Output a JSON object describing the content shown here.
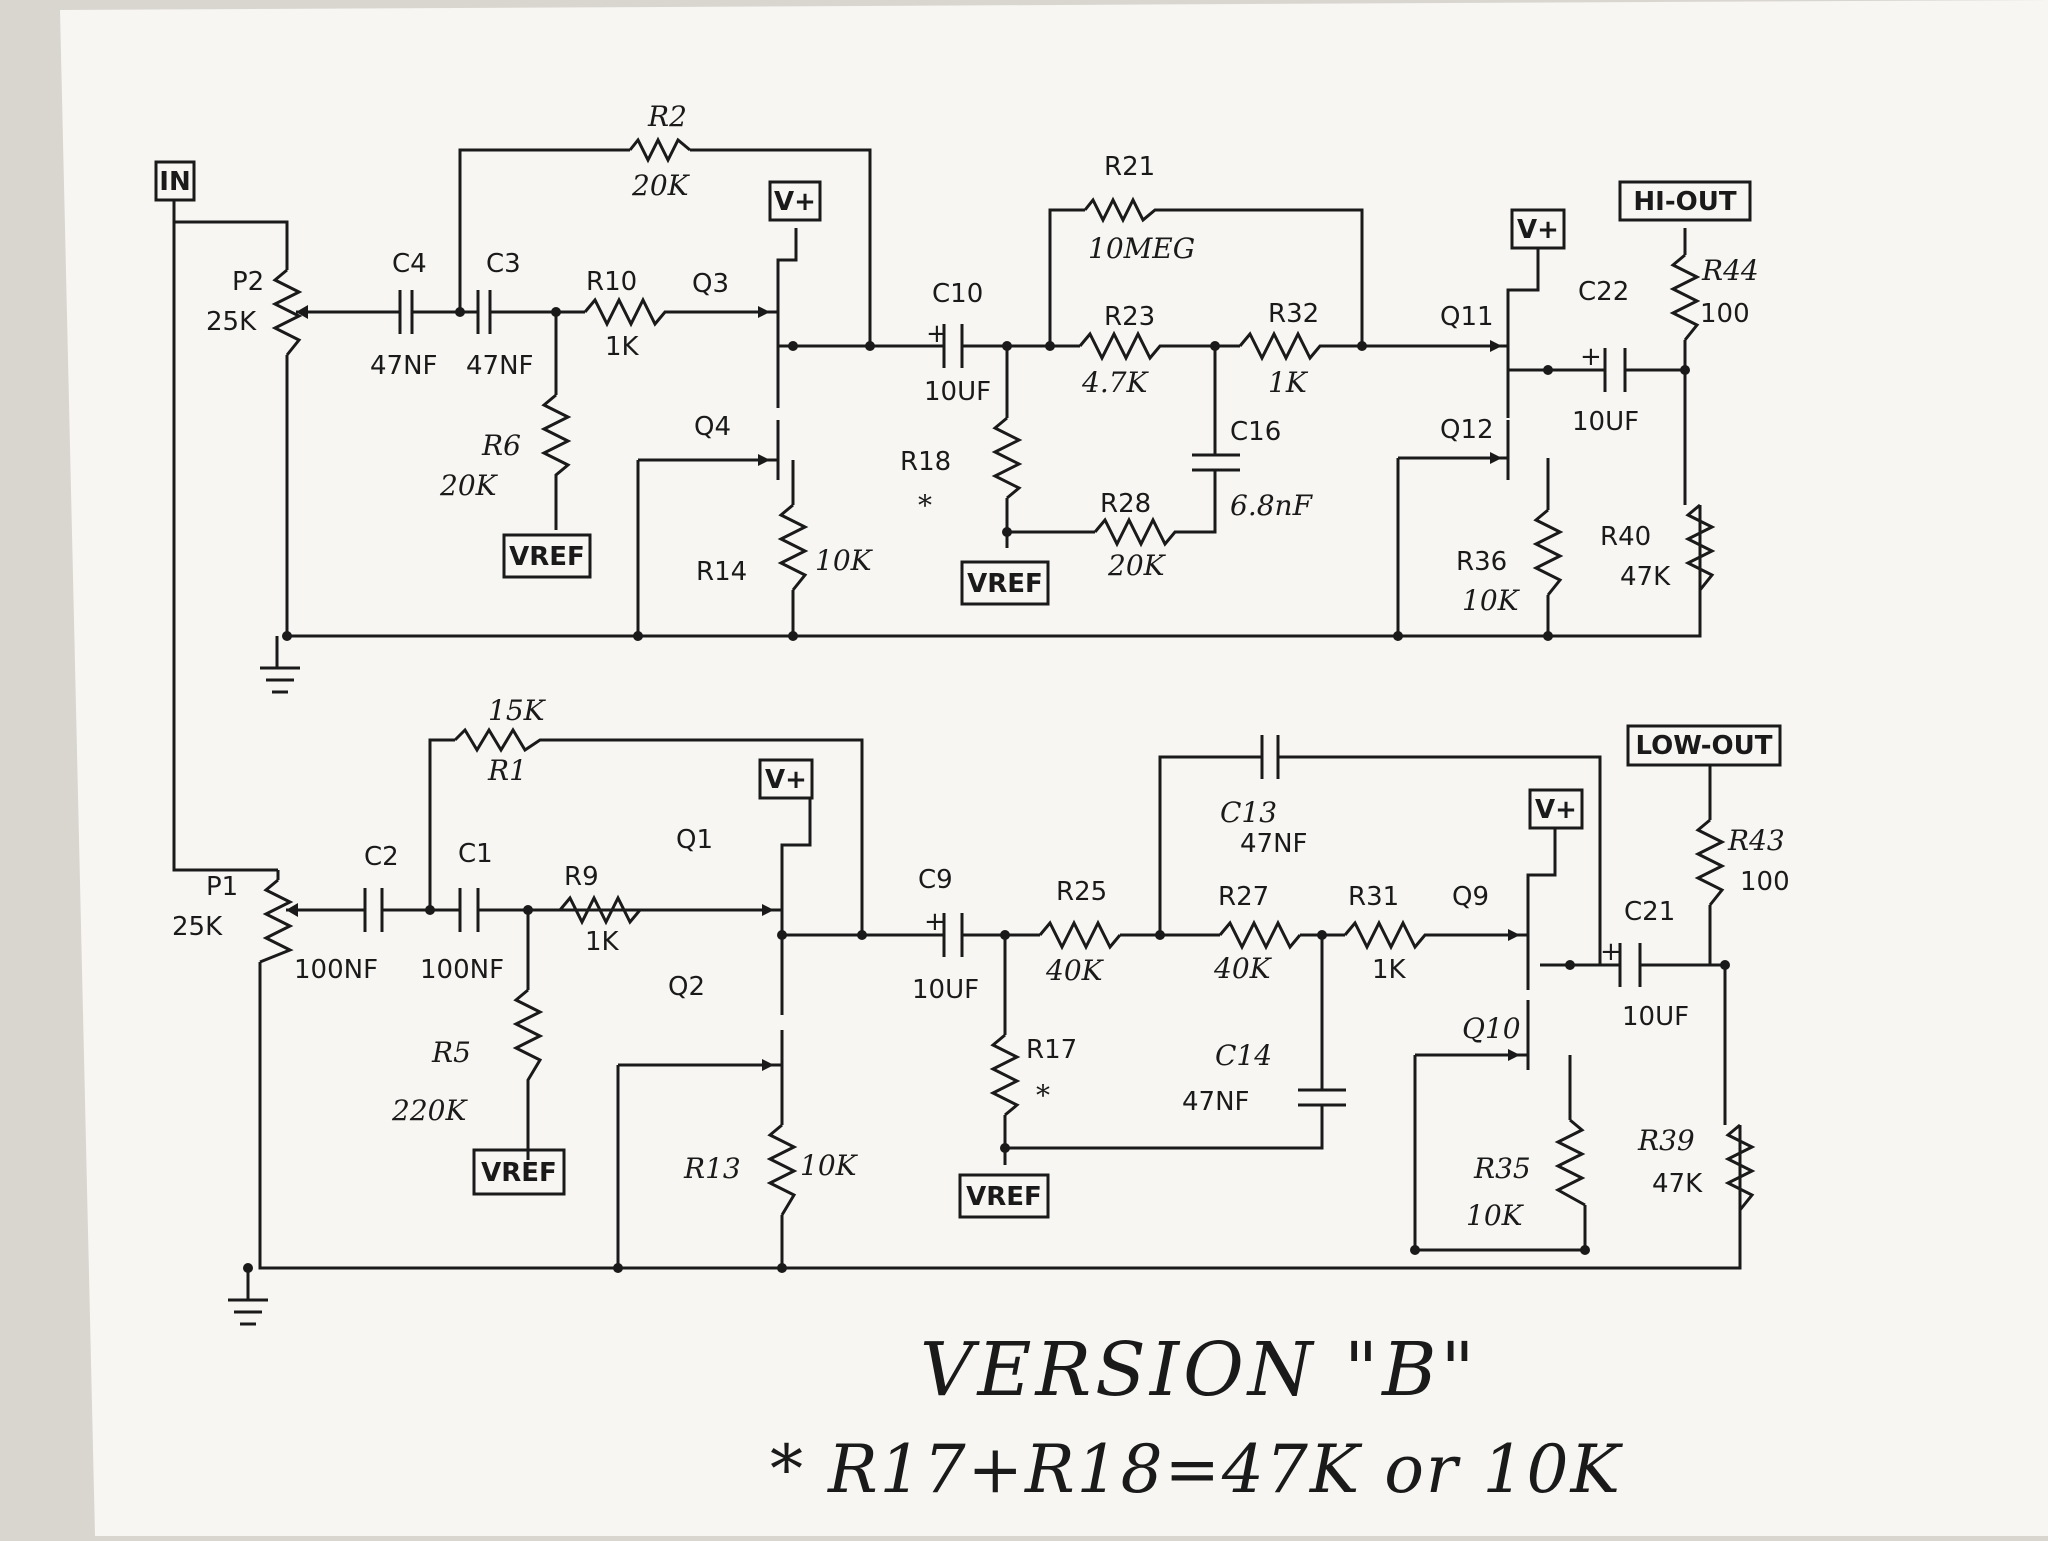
{
  "title": "VERSION \"B\"",
  "footnote": "* R17+R18=47K or 10K",
  "terminals": {
    "in": "IN",
    "hi_out": "HI-OUT",
    "low_out": "LOW-OUT",
    "vplus": "V+",
    "vref": "VREF"
  },
  "upper": {
    "P2": {
      "name": "P2",
      "value": "25K"
    },
    "C4": {
      "name": "C4",
      "value": "47NF"
    },
    "C3": {
      "name": "C3",
      "value": "47NF"
    },
    "R2": {
      "name": "R2",
      "value": "20K"
    },
    "R10": {
      "name": "R10",
      "value": "1K"
    },
    "Q3": "Q3",
    "Q4": "Q4",
    "R6": {
      "name": "R6",
      "value": "20K"
    },
    "R14": {
      "name": "R14",
      "value": "10K"
    },
    "C10": {
      "name": "C10",
      "value": "10UF"
    },
    "R18": {
      "name": "R18",
      "value": "*"
    },
    "R21": {
      "name": "R21",
      "value": "10MEG"
    },
    "R23": {
      "name": "R23",
      "value": "4.7K"
    },
    "R32": {
      "name": "R32",
      "value": "1K"
    },
    "C16": {
      "name": "C16",
      "value": "6.8nF"
    },
    "R28": {
      "name": "R28",
      "value": "20K"
    },
    "Q11": "Q11",
    "Q12": "Q12",
    "C22": {
      "name": "C22",
      "value": "10UF"
    },
    "R44": {
      "name": "R44",
      "value": "100"
    },
    "R36": {
      "name": "R36",
      "value": "10K"
    },
    "R40": {
      "name": "R40",
      "value": "47K"
    }
  },
  "lower": {
    "P1": {
      "name": "P1",
      "value": "25K"
    },
    "C2": {
      "name": "C2",
      "value": "100NF"
    },
    "C1": {
      "name": "C1",
      "value": "100NF"
    },
    "R1": {
      "name": "R1",
      "value": "15K"
    },
    "R9": {
      "name": "R9",
      "value": "1K"
    },
    "Q1": "Q1",
    "Q2": "Q2",
    "R5": {
      "name": "R5",
      "value": "220K"
    },
    "R13": {
      "name": "R13",
      "value": "10K"
    },
    "C9": {
      "name": "C9",
      "value": "10UF"
    },
    "R17": {
      "name": "R17",
      "value": "*"
    },
    "R25": {
      "name": "R25",
      "value": "40K"
    },
    "R27": {
      "name": "R27",
      "value": "40K"
    },
    "R31": {
      "name": "R31",
      "value": "1K"
    },
    "C13": {
      "name": "C13",
      "value": "47NF"
    },
    "C14": {
      "name": "C14",
      "value": "47NF"
    },
    "Q9": "Q9",
    "Q10": "Q10",
    "C21": {
      "name": "C21",
      "value": "10UF"
    },
    "R43": {
      "name": "R43",
      "value": "100"
    },
    "R35": {
      "name": "R35",
      "value": "10K"
    },
    "R39": {
      "name": "R39",
      "value": "47K"
    }
  },
  "plus_sign": "+"
}
